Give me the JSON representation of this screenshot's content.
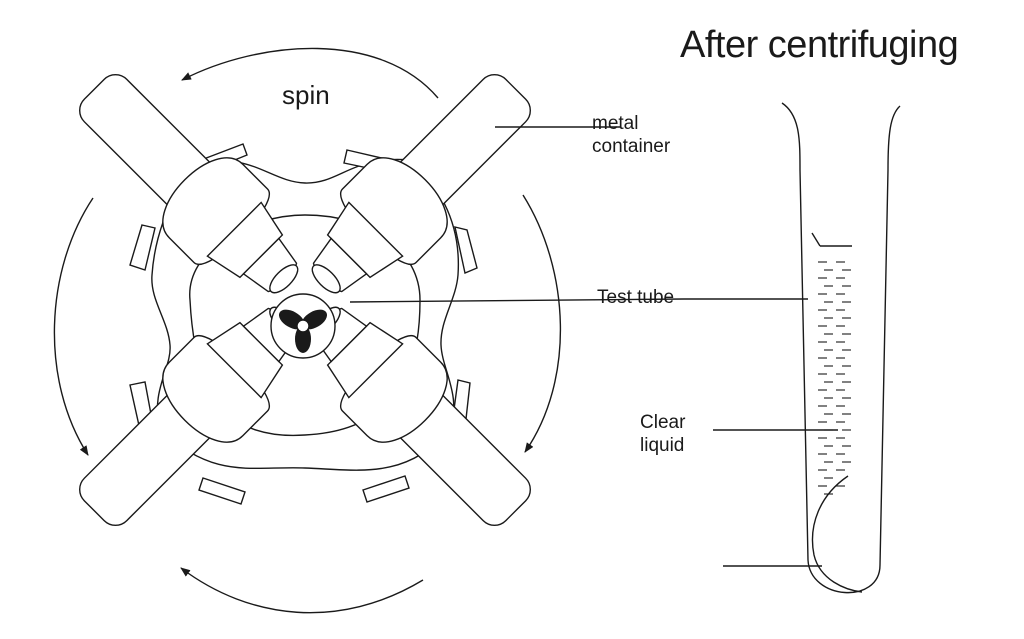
{
  "title": "After centrifuging",
  "labels": {
    "spin": "spin",
    "metal_line1": "metal",
    "metal_line2": "container",
    "test_tube": "Test tube",
    "clear_line1": "Clear",
    "clear_line2": "liquid"
  },
  "colors": {
    "stroke": "#1a1a1a",
    "background": "#ffffff"
  }
}
